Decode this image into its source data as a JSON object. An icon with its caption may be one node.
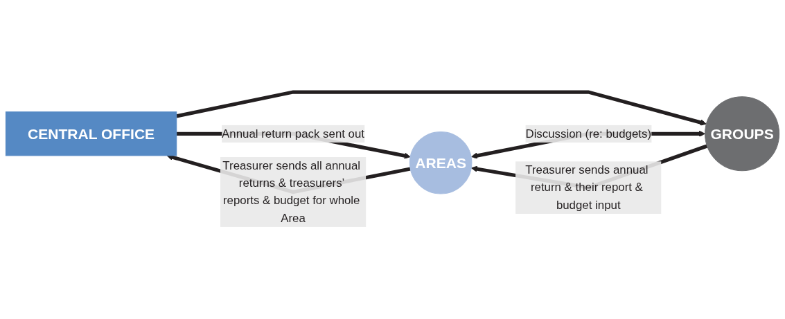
{
  "diagram": {
    "nodes": [
      {
        "text": [
          "CENTRAL OFFICE"
        ]
      },
      {
        "text": [
          "AREAS"
        ]
      },
      {
        "text": [
          "GROUPS"
        ]
      }
    ],
    "edges": [
      {
        "from": 0,
        "to": 1,
        "arrow": "to",
        "label": "Annual return pack sent out"
      },
      {
        "from": 0,
        "to": 2,
        "arrow": "to"
      },
      {
        "from": 1,
        "to": 2,
        "arrow": "both",
        "label": "Discussion (re: budgets)"
      },
      {
        "from": 1,
        "to": 0,
        "arrow": "to",
        "label": "Treasurer sends all annual returns & treasurers’ reports & budget for whole Area"
      },
      {
        "from": 2,
        "to": 1,
        "arrow": "to",
        "label": "Treasurer sends annual return & their report & budget input"
      }
    ]
  }
}
